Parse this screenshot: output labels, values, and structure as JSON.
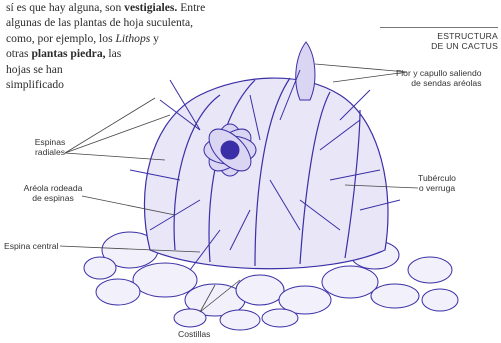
{
  "paragraph": {
    "line1_pre": "sí es que hay alguna, son ",
    "line1_bold": "vestigiales.",
    "line1_post": " Entre",
    "line2": "algunas de las plantas de hoja suculenta,",
    "line3_pre": "como, por ejemplo, los ",
    "line3_italic": "Lithops",
    "line3_post": " y",
    "line4_pre": "otras ",
    "line4_bold": "plantas piedra,",
    "line4_post": " las",
    "line5": "hojas se han",
    "line6": "simplificado"
  },
  "diagram": {
    "title_line1": "ESTRUCTURA",
    "title_line2": "DE UN CACTUS",
    "labels": {
      "flor_line1": "Flor y capullo saliendo",
      "flor_line2": "de sendas aréolas",
      "espinas_line1": "Espinas",
      "espinas_line2": "radiales",
      "areola_line1": "Aréola rodeada",
      "areola_line2": "de espinas",
      "tuberculo_line1": "Tubérculo",
      "tuberculo_line2": "o verruga",
      "espina_central": "Espina central",
      "costillas": "Costillas"
    },
    "ink_color": "#3a2fa6"
  }
}
